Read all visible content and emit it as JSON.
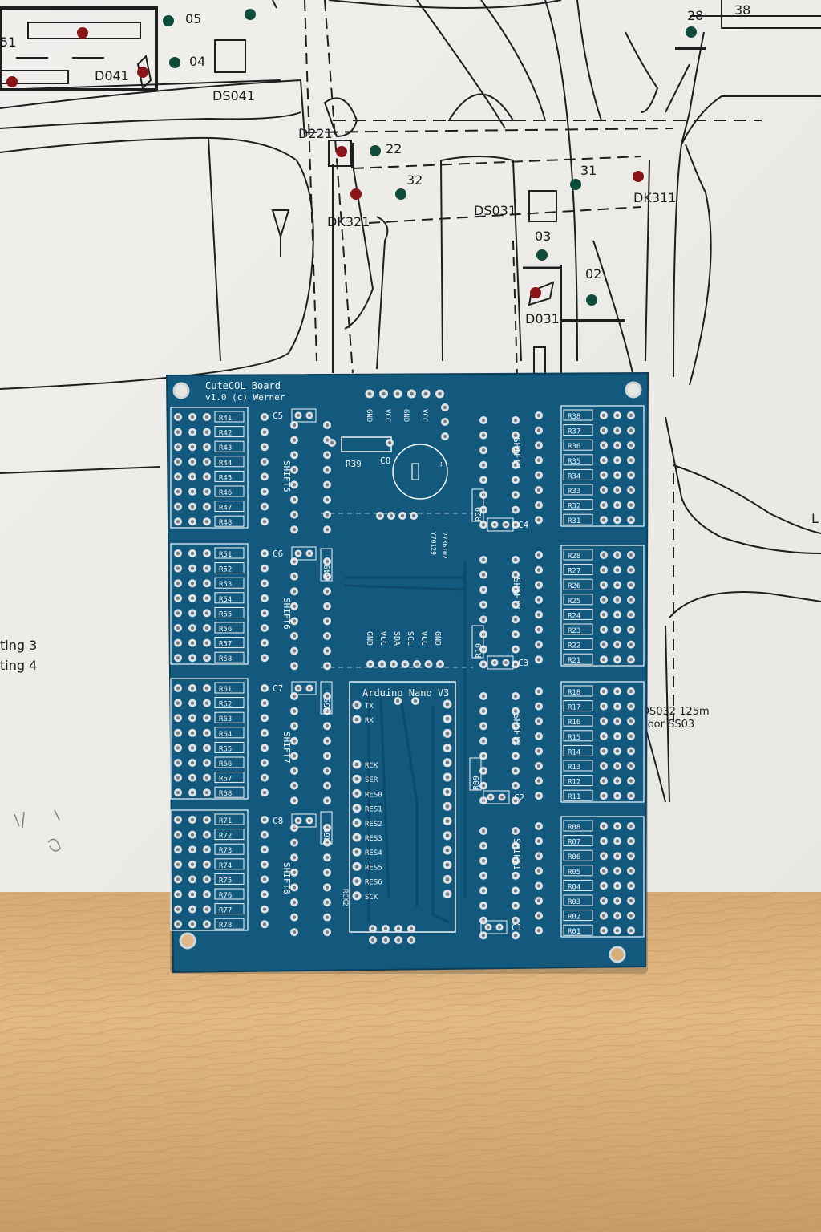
{
  "map": {
    "labels": [
      {
        "id": "l51",
        "text": "51"
      },
      {
        "id": "l05",
        "text": "05"
      },
      {
        "id": "l04",
        "text": "04"
      },
      {
        "id": "d041",
        "text": "D041"
      },
      {
        "id": "ds041",
        "text": "DS041"
      },
      {
        "id": "l28",
        "text": "28"
      },
      {
        "id": "l38",
        "text": "38"
      },
      {
        "id": "d221",
        "text": "D221"
      },
      {
        "id": "l22",
        "text": "22"
      },
      {
        "id": "l32",
        "text": "32"
      },
      {
        "id": "l31",
        "text": "31"
      },
      {
        "id": "dk311",
        "text": "DK311"
      },
      {
        "id": "dk321",
        "text": "DK321"
      },
      {
        "id": "ds031",
        "text": "DS031"
      },
      {
        "id": "l03",
        "text": "03"
      },
      {
        "id": "l02",
        "text": "02"
      },
      {
        "id": "d031",
        "text": "D031"
      },
      {
        "id": "ting3",
        "text": "ting 3"
      },
      {
        "id": "ting4",
        "text": "ting 4"
      },
      {
        "id": "ds032",
        "text": "DS032 125m"
      },
      {
        "id": "voor",
        "text": "voor SS03"
      },
      {
        "id": "edgeL",
        "text": "L"
      }
    ]
  },
  "pcb": {
    "title": "CuteCOL Board",
    "version": "v1.0 (c) Werner",
    "header_top": [
      "GND",
      "VCC",
      "GND",
      "VCC"
    ],
    "header_mid": [
      "GND",
      "VCC",
      "SDA",
      "SCL",
      "VCC",
      "GND"
    ],
    "chip_marking": [
      "27361H2",
      "Y70129"
    ],
    "arduino_label": "Arduino Nano V3",
    "arduino_pins": [
      "TX",
      "RX",
      "RCK",
      "SER",
      "RES0",
      "RES1",
      "RES2",
      "RES3",
      "RES4",
      "RES5",
      "RES6",
      "SCK"
    ],
    "rck2": "RCK2",
    "shift_left": [
      "SHIFT5",
      "SHIFT6",
      "SHIFT7",
      "SHIFT8"
    ],
    "shift_right": [
      "SHIFT4",
      "SHIFT3",
      "SHIFT2",
      "SHIFT1"
    ],
    "caps_left": [
      "C5",
      "C6",
      "C7",
      "C8"
    ],
    "caps_right": [
      "C4",
      "C3",
      "C2",
      "C1"
    ],
    "cap_c0": "C0",
    "r39": "R39",
    "vert_resistors_left": [
      "R49",
      "R59",
      "R69"
    ],
    "vert_resistors_right": [
      "R29",
      "R19",
      "R09"
    ],
    "resistors_left": [
      [
        "R41",
        "R42",
        "R43",
        "R44",
        "R45",
        "R46",
        "R47",
        "R48"
      ],
      [
        "R51",
        "R52",
        "R53",
        "R54",
        "R55",
        "R56",
        "R57",
        "R58"
      ],
      [
        "R61",
        "R62",
        "R63",
        "R64",
        "R65",
        "R66",
        "R67",
        "R68"
      ],
      [
        "R71",
        "R72",
        "R73",
        "R74",
        "R75",
        "R76",
        "R77",
        "R78"
      ]
    ],
    "resistors_right": [
      [
        "R38",
        "R37",
        "R36",
        "R35",
        "R34",
        "R33",
        "R32",
        "R31"
      ],
      [
        "R28",
        "R27",
        "R26",
        "R25",
        "R24",
        "R23",
        "R22",
        "R21"
      ],
      [
        "R18",
        "R17",
        "R16",
        "R15",
        "R14",
        "R13",
        "R12",
        "R11"
      ],
      [
        "R08",
        "R07",
        "R06",
        "R05",
        "R04",
        "R03",
        "R02",
        "R01"
      ]
    ],
    "colors": {
      "board": "#12597d",
      "board_dark": "#0e4a69",
      "silk": "#f2f6f8",
      "pad": "#dfe3e6"
    }
  }
}
